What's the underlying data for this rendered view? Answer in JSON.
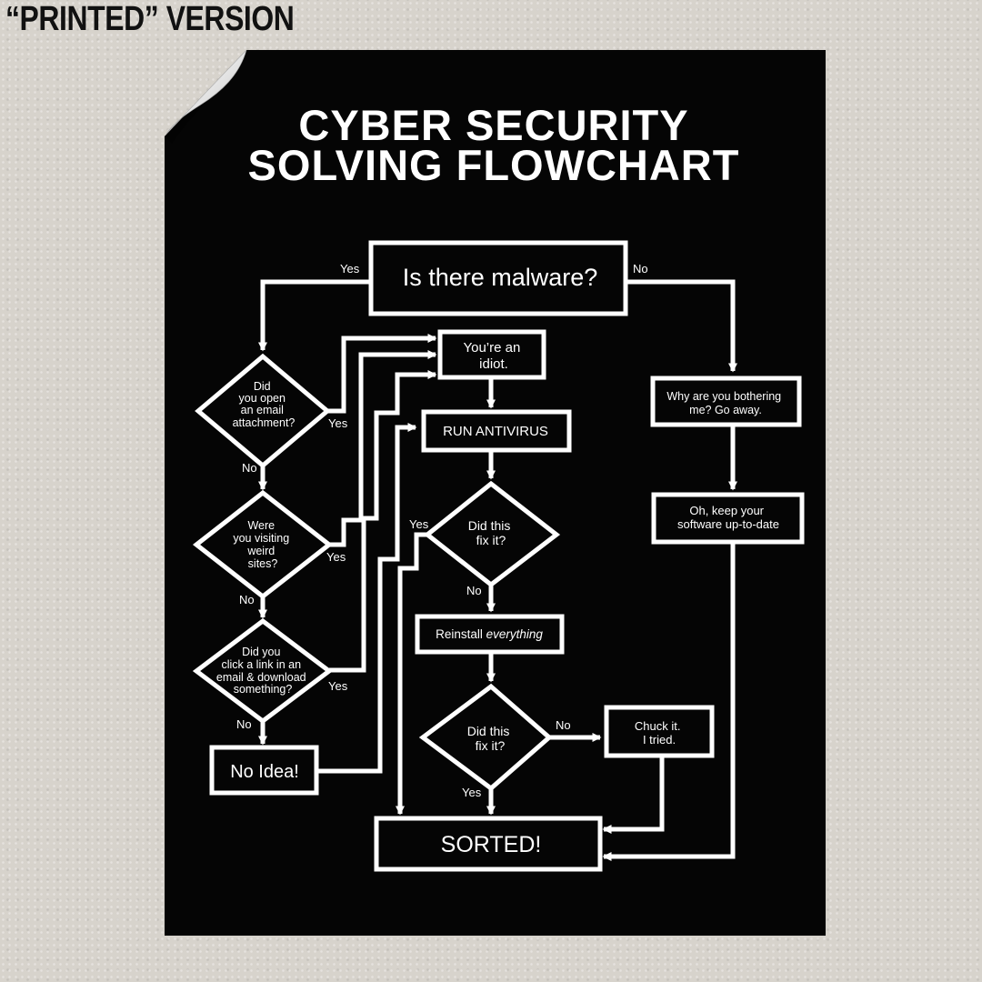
{
  "version_label": "“PRINTED” VERSION",
  "poster": {
    "title_line1": "CYBER SECURITY",
    "title_line2": "SOLVING FLOWCHART"
  },
  "flowchart": {
    "start": "Is there malware?",
    "idiot": [
      "You’re an",
      "idiot."
    ],
    "run_antivirus": "RUN ANTIVIRUS",
    "go_away": [
      "Why are you bothering",
      "me? Go away."
    ],
    "keep_updated": [
      "Oh, keep your",
      "software up-to-date"
    ],
    "q_email": [
      "Did",
      "you open",
      "an email",
      "attachment?"
    ],
    "q_sites": [
      "Were",
      "you visiting",
      "weird",
      "sites?"
    ],
    "q_link": [
      "Did you",
      "click a link in an",
      "email & download",
      "something?"
    ],
    "no_idea": "No Idea!",
    "q_fix1": [
      "Did this",
      "fix it?"
    ],
    "reinstall": "Reinstall",
    "reinstall_em": "everything",
    "q_fix2": [
      "Did this",
      "fix it?"
    ],
    "chuck": [
      "Chuck it.",
      "I tried."
    ],
    "sorted": "SORTED!",
    "edge_labels": {
      "start_yes": "Yes",
      "start_no": "No",
      "email_yes": "Yes",
      "email_no": "No",
      "sites_yes": "Yes",
      "sites_no": "No",
      "link_yes": "Yes",
      "link_no": "No",
      "fix1_yes": "Yes",
      "fix1_no": "No",
      "fix2_no": "No",
      "fix2_yes": "Yes"
    }
  },
  "colors": {
    "poster_bg": "#050505",
    "ink": "#ffffff",
    "wall": "#d7d3cc"
  }
}
